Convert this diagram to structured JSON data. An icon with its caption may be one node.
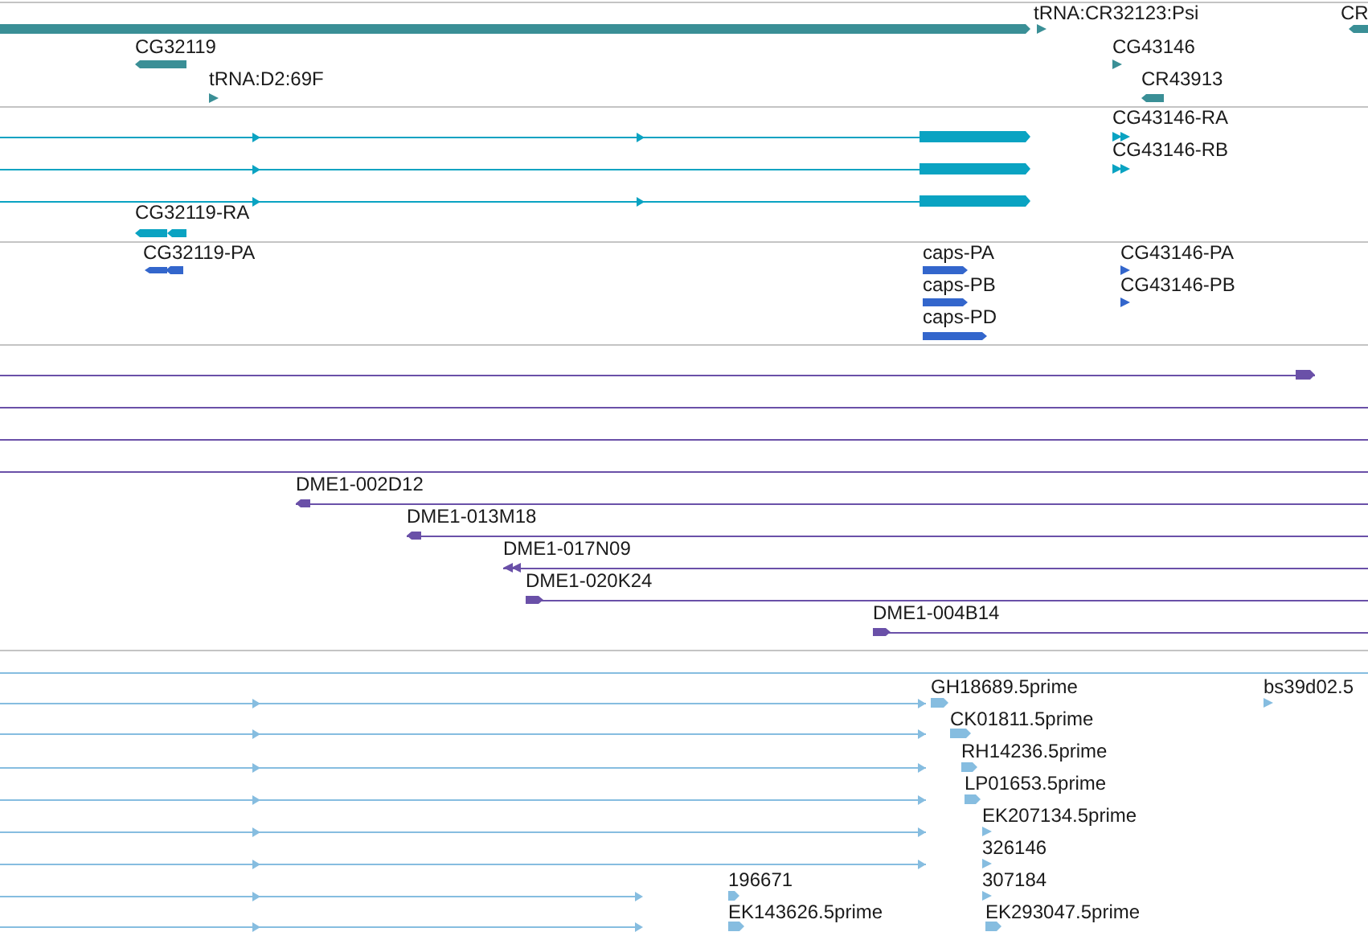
{
  "diagram": {
    "labels": [
      "tRNA:CR32123:Psi",
      "CR",
      "CG32119",
      "CG43146",
      "tRNA:D2:69F",
      "CR43913",
      "CG43146-RA",
      "CG43146-RB",
      "CG32119-RA",
      "CG32119-PA",
      "caps-PA",
      "CG43146-PA",
      "caps-PB",
      "CG43146-PB",
      "caps-PD",
      "DME1-002D12",
      "DME1-013M18",
      "DME1-017N09",
      "DME1-020K24",
      "DME1-004B14",
      "GH18689.5prime",
      "bs39d02.5",
      "CK01811.5prime",
      "RH14236.5prime",
      "LP01653.5prime",
      "EK207134.5prime",
      "326146",
      "196671",
      "307184",
      "EK143626.5prime",
      "EK293047.5prime"
    ]
  }
}
